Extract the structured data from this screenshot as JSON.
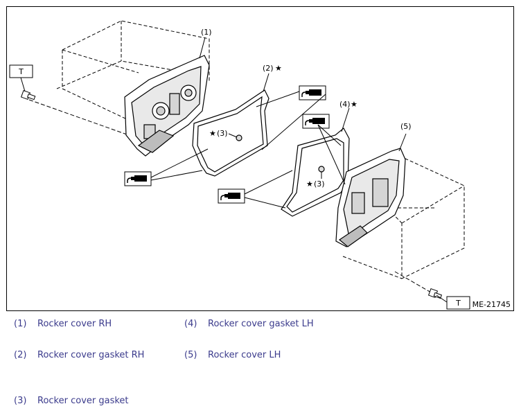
{
  "diagram": {
    "figure_id": "ME-21745",
    "callouts": {
      "c1": "(1)",
      "c2": "(2)",
      "c3a": "(3)",
      "c3b": "(3)",
      "c4": "(4)",
      "c5": "(5)"
    },
    "torque_label": "T",
    "star": "★",
    "icon": "sealant-tube-icon"
  },
  "legend": [
    {
      "num": "(1)",
      "text": "Rocker cover RH"
    },
    {
      "num": "(2)",
      "text": "Rocker cover gasket RH"
    },
    {
      "num": "(3)",
      "text": "Rocker cover gasket"
    },
    {
      "num": "(4)",
      "text": "Rocker cover gasket LH"
    },
    {
      "num": "(5)",
      "text": "Rocker cover LH"
    }
  ],
  "colors": {
    "legend_text": "#3b3b8c",
    "line": "#000000"
  }
}
